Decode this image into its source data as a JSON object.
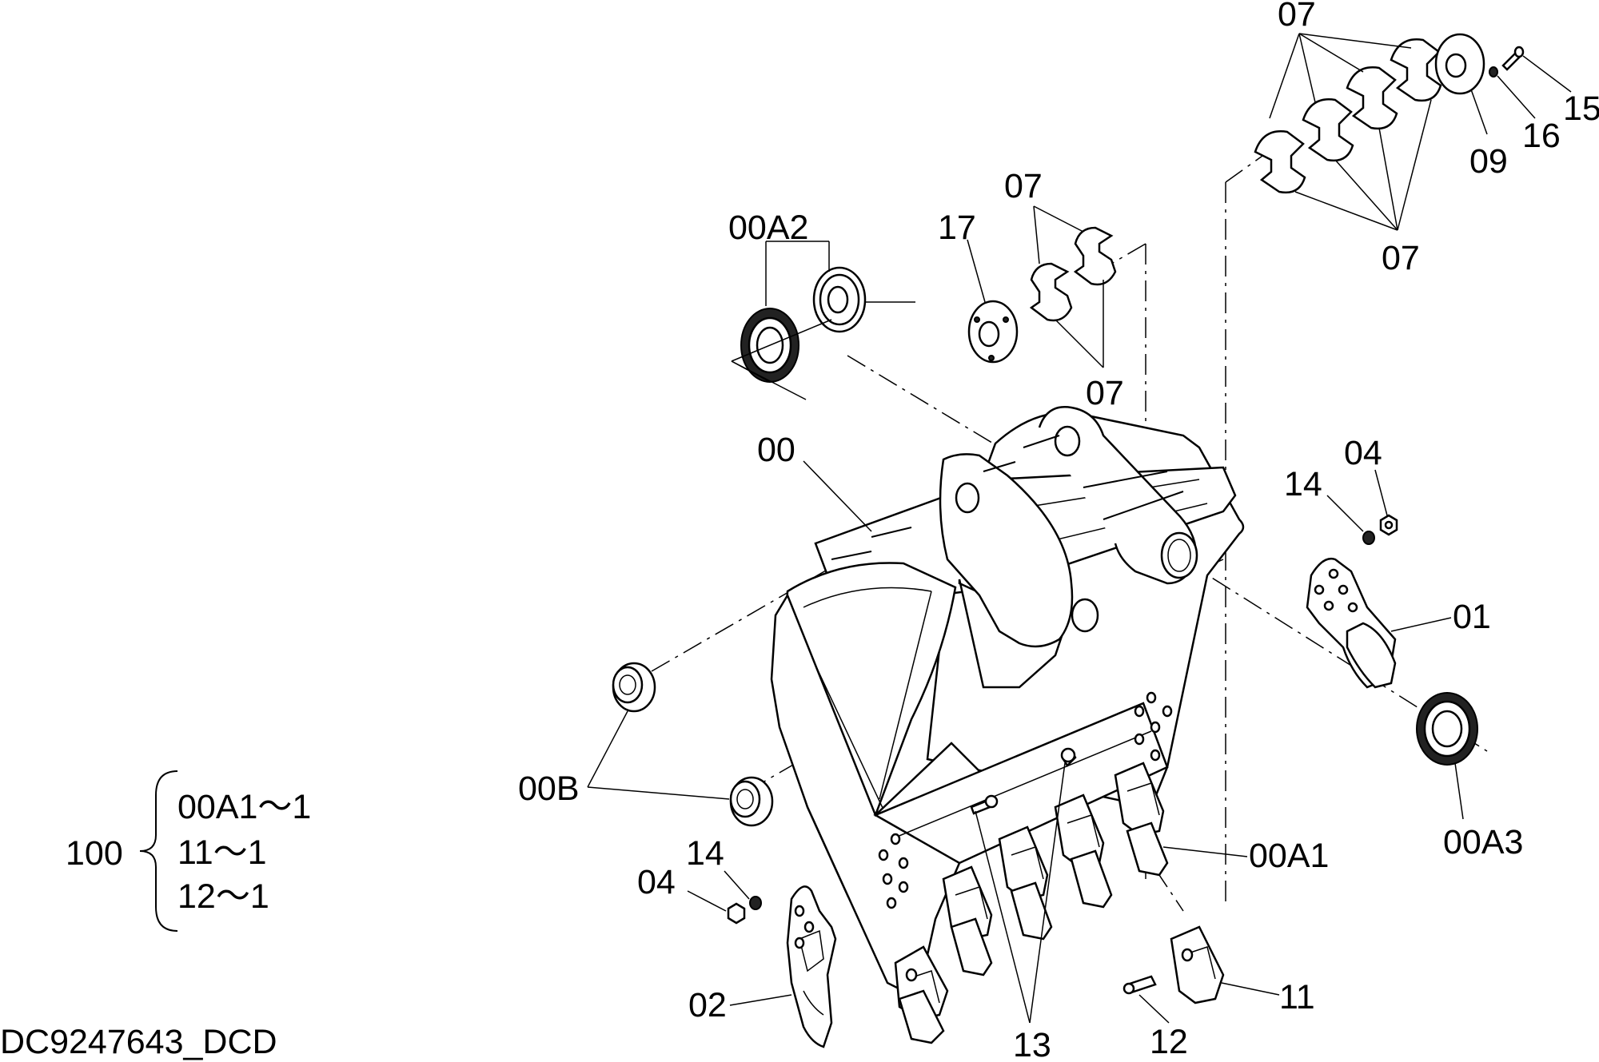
{
  "labels": {
    "l07a": "07",
    "l15": "15",
    "l16": "16",
    "l09": "09",
    "l07b": "07",
    "l07c": "07",
    "l00A2": "00A2",
    "l17": "17",
    "l07d": "07",
    "l00": "00",
    "l14a": "14",
    "l04a": "04",
    "l01": "01",
    "l00B": "00B",
    "l00A3": "00A3",
    "l00A1": "00A1",
    "l14b": "14",
    "l04b": "04",
    "l02": "02",
    "l11": "11",
    "l12": "12",
    "l13": "13"
  },
  "legend": {
    "parent": "100",
    "items": [
      "00A1～1",
      "11～1",
      "12～1"
    ]
  },
  "doc_id": "DC9247643_DCD"
}
